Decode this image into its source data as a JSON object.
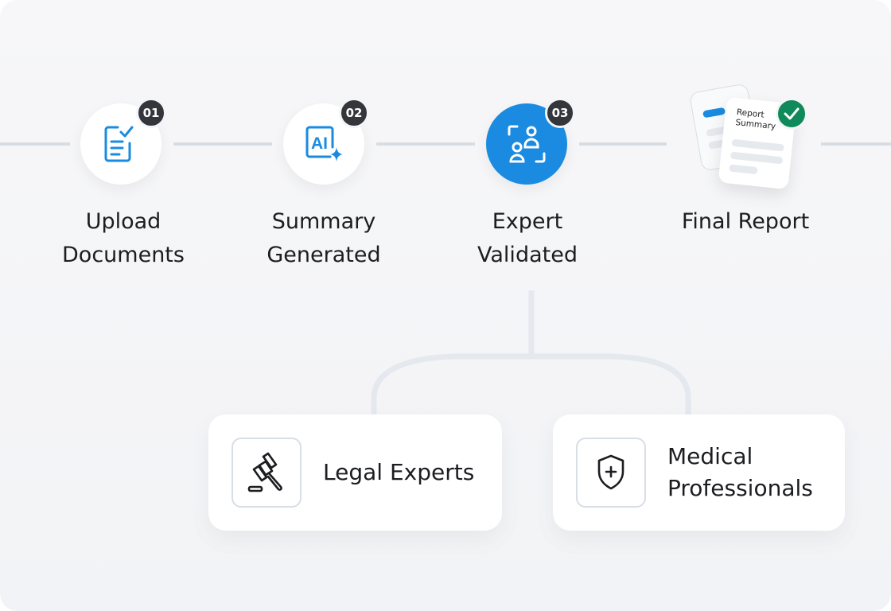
{
  "steps": [
    {
      "number": "01",
      "line1": "Upload",
      "line2": "Documents",
      "icon": "document-check-icon"
    },
    {
      "number": "02",
      "line1": "Summary",
      "line2": "Generated",
      "icon": "ai-sparkle-icon"
    },
    {
      "number": "03",
      "line1": "Expert",
      "line2": "Validated",
      "icon": "users-scan-icon"
    },
    {
      "line1": "Final Report",
      "icon": "report-summary-icon",
      "doc_title_1": "Report",
      "doc_title_2": "Summary"
    }
  ],
  "experts": [
    {
      "label": "Legal Experts",
      "icon": "gavel-icon"
    },
    {
      "label1": "Medical",
      "label2": "Professionals",
      "icon": "shield-plus-icon"
    }
  ],
  "colors": {
    "accent": "#1a8be0",
    "badge": "#34363c",
    "success": "#0f8a5a"
  }
}
